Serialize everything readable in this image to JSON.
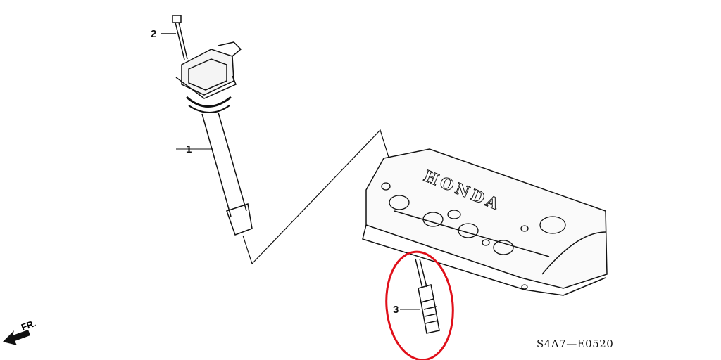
{
  "callouts": [
    {
      "number": "1",
      "part": "ignition-coil"
    },
    {
      "number": "2",
      "part": "bolt"
    },
    {
      "number": "3",
      "part": "spark-plug"
    }
  ],
  "direction_label": "FR.",
  "diagram_code": "S4A7—E0520",
  "cover_logo": "HONDA",
  "highlight_color": "#e0101a"
}
